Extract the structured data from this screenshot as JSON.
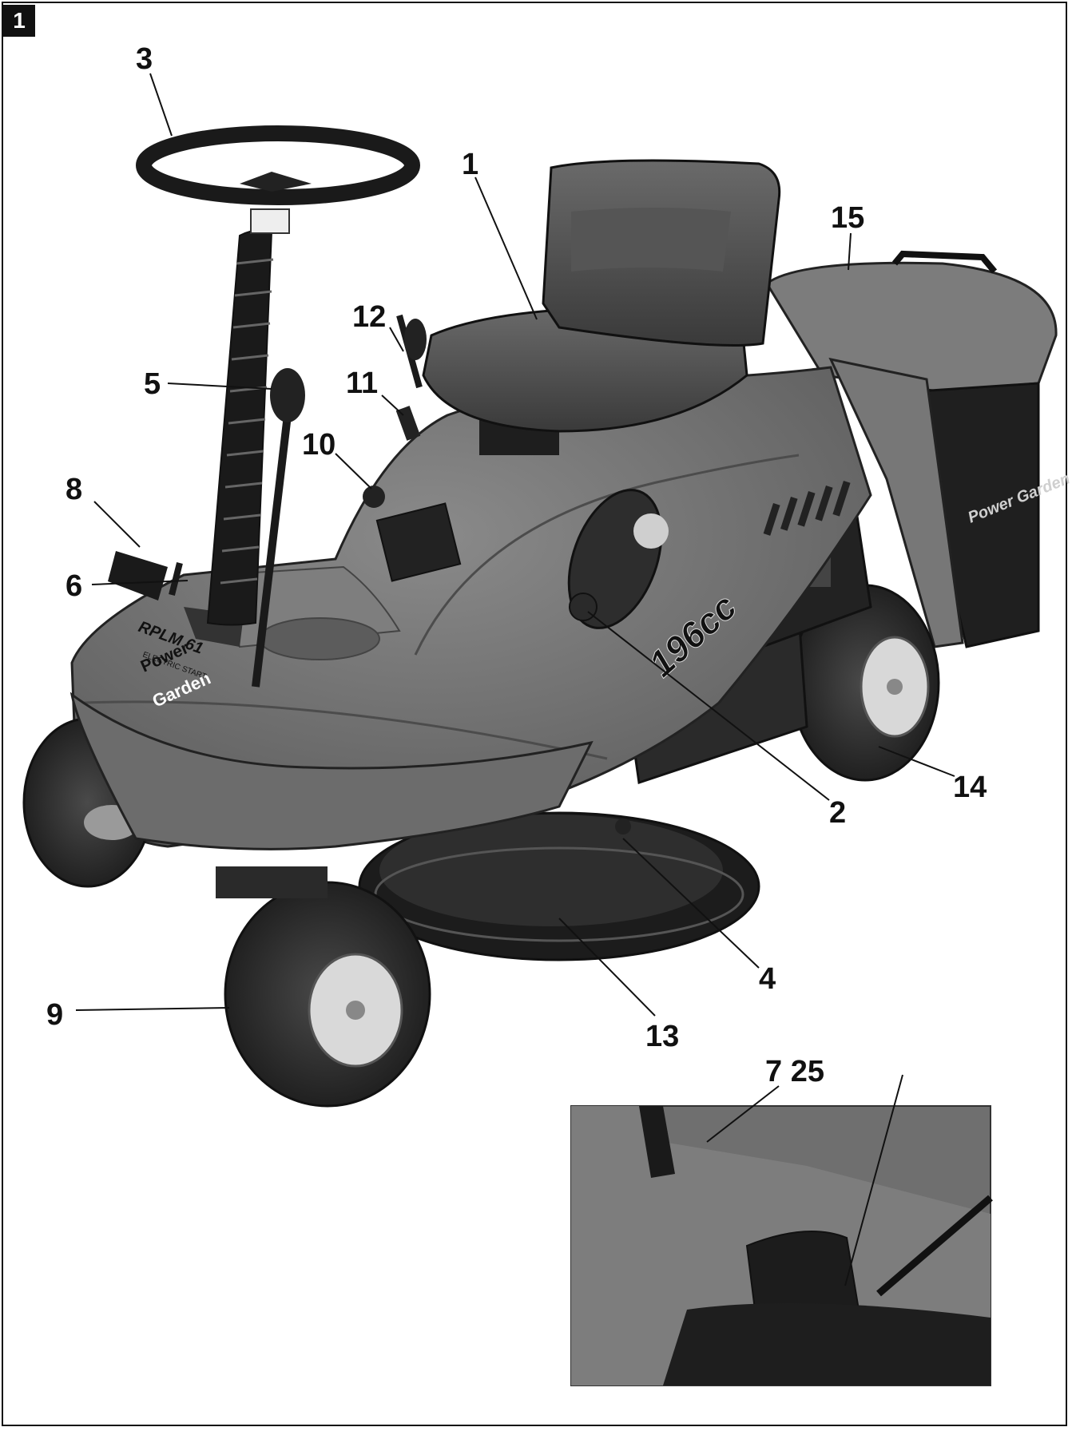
{
  "figure": {
    "number": "1"
  },
  "callouts": {
    "c1": "1",
    "c2": "2",
    "c3": "3",
    "c4": "4",
    "c5": "5",
    "c6": "6",
    "c8": "8",
    "c9": "9",
    "c10": "10",
    "c11": "11",
    "c12": "12",
    "c13": "13",
    "c14": "14",
    "c15": "15",
    "c7_25": "7 25"
  },
  "decals": {
    "logo_top": "Power",
    "logo_mid": "Garden",
    "model": "RPLM 61",
    "start": "ELECTRIC START",
    "engine": "196cc",
    "bag_logo": "Power Garden"
  },
  "colors": {
    "ink": "#111111",
    "body": "#6e6e6e",
    "dark": "#2a2a2a"
  }
}
